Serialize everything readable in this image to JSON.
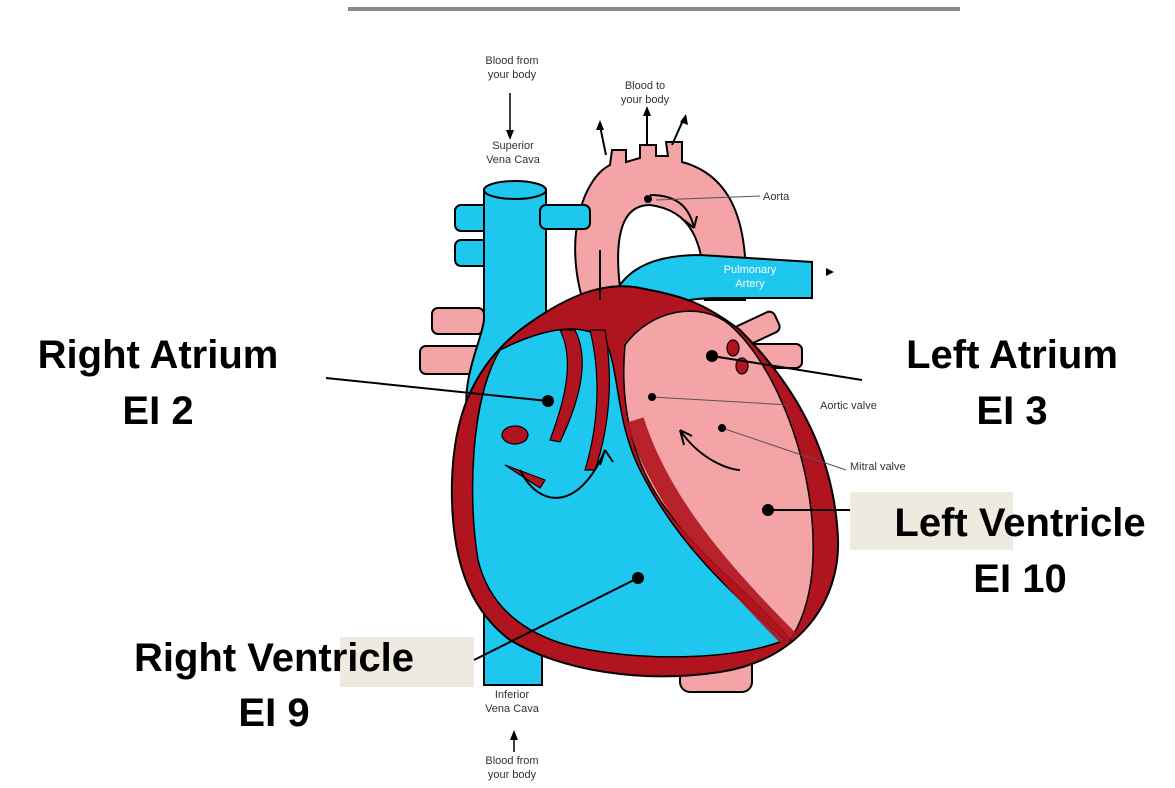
{
  "colors": {
    "deoxygenated": "#1dc7ee",
    "oxygenated": "#f4a3a6",
    "muscle": "#b0141e",
    "outline": "#000000",
    "top_rule": "#8a8a8a",
    "highlight": "#eeeae0"
  },
  "top_labels": {
    "blood_from_body_top_1": "Blood from",
    "blood_from_body_top_2": "your body",
    "blood_to_body_1": "Blood to",
    "blood_to_body_2": "your body",
    "superior_vena_cava_1": "Superior",
    "superior_vena_cava_2": "Vena Cava",
    "aorta": "Aorta",
    "pulmonary_artery_1": "Pulmonary",
    "pulmonary_artery_2": "Artery",
    "aortic_valve": "Aortic valve",
    "mitral_valve": "Mitral valve",
    "inferior_vena_cava_1": "Inferior",
    "inferior_vena_cava_2": "Vena Cava",
    "blood_from_body_bottom_1": "Blood from",
    "blood_from_body_bottom_2": "your body"
  },
  "chambers": {
    "right_atrium": {
      "name": "Right Atrium",
      "code": "EI 2"
    },
    "left_atrium": {
      "name": "Left Atrium",
      "code": "EI 3"
    },
    "left_ventricle": {
      "name": "Left Ventricle",
      "code": "EI 10"
    },
    "right_ventricle": {
      "name": "Right Ventricle",
      "code": "EI 9"
    }
  }
}
